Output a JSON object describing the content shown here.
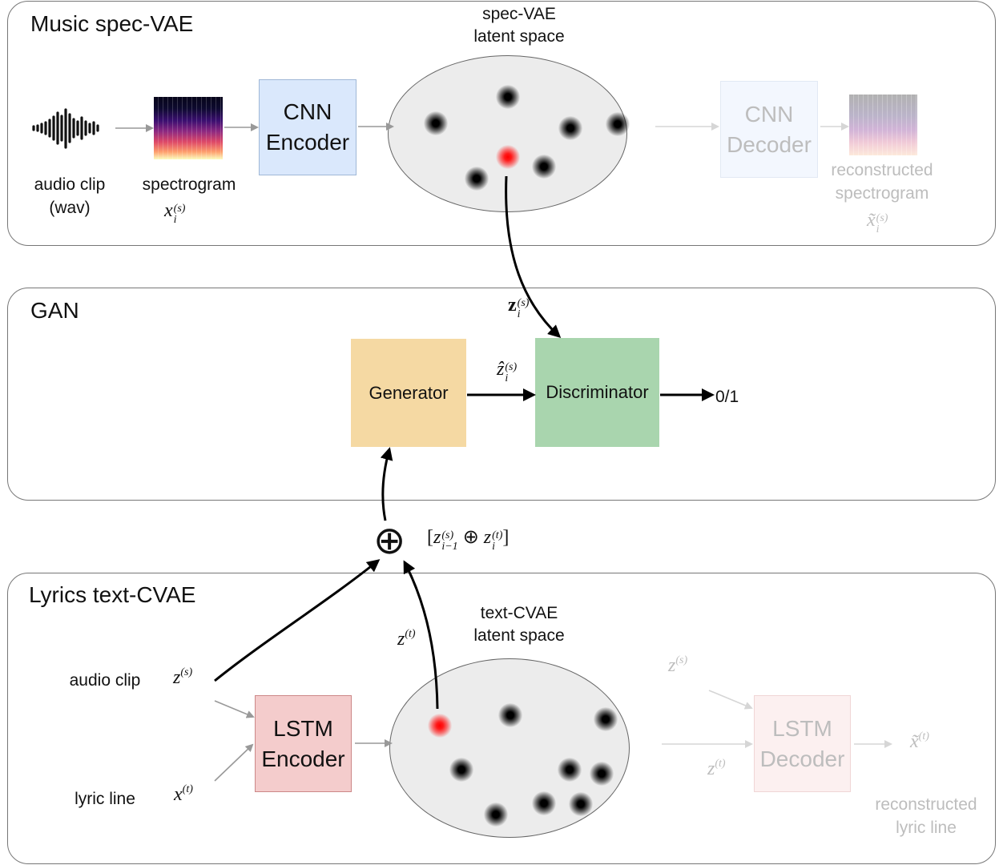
{
  "spec_vae": {
    "title": "Music spec-VAE",
    "audio_label_line1": "audio clip",
    "audio_label_line2": "(wav)",
    "spectrogram_label": "spectrogram",
    "x_s_base": "x",
    "x_s_sub": "i",
    "x_s_sup": "(s)",
    "encoder_line1": "CNN",
    "encoder_line2": "Encoder",
    "latent_line1": "spec-VAE",
    "latent_line2": "latent space",
    "decoder_line1": "CNN",
    "decoder_line2": "Decoder",
    "recon_line1": "reconstructed",
    "recon_line2": "spectrogram",
    "x_tilde_base": "x̃",
    "x_tilde_sub": "i",
    "x_tilde_sup": "(s)"
  },
  "gan": {
    "title": "GAN",
    "generator_label": "Generator",
    "discriminator_label": "Discriminator",
    "output_label": "0/1",
    "z_real_base": "z",
    "z_real_sub": "i",
    "z_real_sup": "(s)",
    "z_fake_base": "ẑ",
    "z_fake_sub": "i",
    "z_fake_sup": "(s)"
  },
  "concat": {
    "symbol": "⊕",
    "expr_open": "[",
    "expr_z1_base": "z",
    "expr_z1_sup": "(s)",
    "expr_z1_sub": "i−1",
    "expr_op": "⊕",
    "expr_z2_base": "z",
    "expr_z2_sup": "(t)",
    "expr_z2_sub": "i",
    "expr_close": "]"
  },
  "text_cvae": {
    "title": "Lyrics text-CVAE",
    "audio_label": "audio clip",
    "lyric_label": "lyric line",
    "z_s_base": "z",
    "z_s_sup": "(s)",
    "x_t_base": "x",
    "x_t_sup": "(t)",
    "encoder_line1": "LSTM",
    "encoder_line2": "Encoder",
    "latent_line1": "text-CVAE",
    "latent_line2": "latent space",
    "z_t_base": "z",
    "z_t_sup": "(t)",
    "dec_z_s_base": "z",
    "dec_z_s_sup": "(s)",
    "dec_z_t_base": "z",
    "dec_z_t_sup": "(t)",
    "decoder_line1": "LSTM",
    "decoder_line2": "Decoder",
    "x_tilde_t_base": "x̃",
    "x_tilde_t_sup": "(t)",
    "recon_line1": "reconstructed",
    "recon_line2": "lyric line"
  },
  "colors": {
    "cnn_encoder": "#dae8fc",
    "cnn_decoder": "#f3f7fe",
    "generator": "#f5d9a3",
    "discriminator": "#a9d5ae",
    "lstm_encoder": "#f4cccc",
    "lstm_decoder": "#fcf0f0",
    "latent_fill": "#ececec",
    "active_dot": "#ff0000"
  }
}
